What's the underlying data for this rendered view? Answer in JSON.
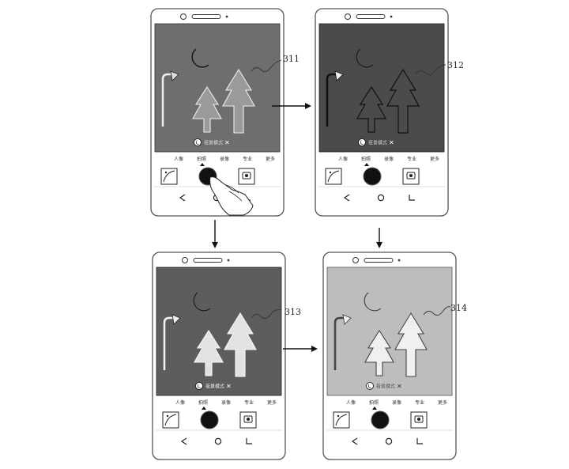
{
  "figure": {
    "phones": [
      {
        "id": "top-left",
        "label": "311",
        "mode_labels": [
          "人像",
          "拍照",
          "录像",
          "专业",
          "更多"
        ],
        "badge_text": "夜景模式",
        "screen_color": "#6e6e6e",
        "has_hand": true
      },
      {
        "id": "top-right",
        "label": "312",
        "mode_labels": [
          "人像",
          "拍照",
          "录像",
          "专业",
          "更多"
        ],
        "badge_text": "夜景模式",
        "screen_color": "#4b4b4b",
        "has_hand": false
      },
      {
        "id": "bottom-left",
        "label": "313",
        "mode_labels": [
          "人像",
          "拍照",
          "录像",
          "专业",
          "更多"
        ],
        "badge_text": "夜景模式",
        "screen_color": "#5d5d5d",
        "has_hand": false
      },
      {
        "id": "bottom-right",
        "label": "314",
        "mode_labels": [
          "人像",
          "拍照",
          "录像",
          "专业",
          "更多"
        ],
        "badge_text": "夜景模式",
        "screen_color": "#bdbdbd",
        "has_hand": false
      }
    ],
    "arrows": [
      "right",
      "down",
      "down",
      "right"
    ]
  }
}
